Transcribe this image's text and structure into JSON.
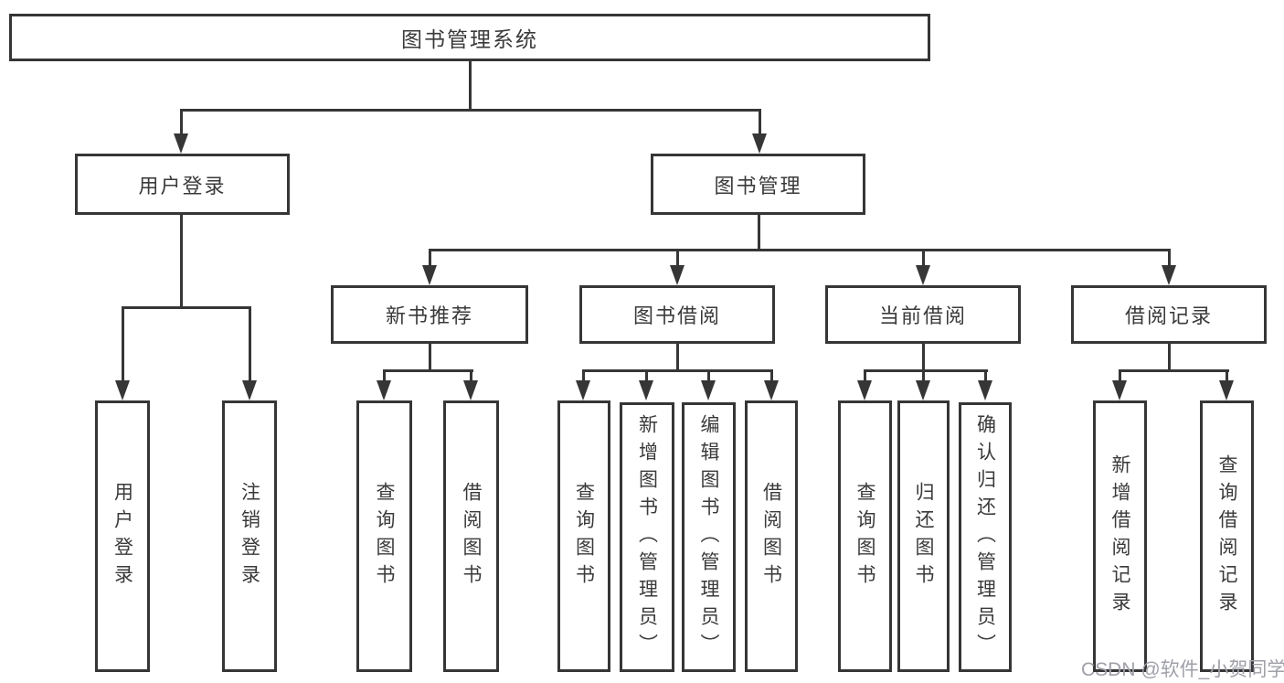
{
  "diagram": {
    "root": {
      "label": "图书管理系统"
    },
    "level2": [
      {
        "label": "用户登录"
      },
      {
        "label": "图书管理"
      }
    ],
    "level3": [
      {
        "label": "新书推荐"
      },
      {
        "label": "图书借阅"
      },
      {
        "label": "当前借阅"
      },
      {
        "label": "借阅记录"
      }
    ],
    "leaves": [
      {
        "label": "用户登录"
      },
      {
        "label": "注销登录"
      },
      {
        "label": "查询图书"
      },
      {
        "label": "借阅图书"
      },
      {
        "label": "查询图书"
      },
      {
        "label": "新增图书（管理员）"
      },
      {
        "label": "编辑图书（管理员）"
      },
      {
        "label": "借阅图书"
      },
      {
        "label": "查询图书"
      },
      {
        "label": "归还图书"
      },
      {
        "label": "确认归还（管理员）"
      },
      {
        "label": "新增借阅记录"
      },
      {
        "label": "查询借阅记录"
      }
    ]
  },
  "watermark": {
    "text": "CSDN @软件_小贺同学"
  },
  "colors": {
    "line": "#363636",
    "text": "#3a3a3a",
    "background": "#ffffff",
    "watermark": "#9fa0a8"
  }
}
